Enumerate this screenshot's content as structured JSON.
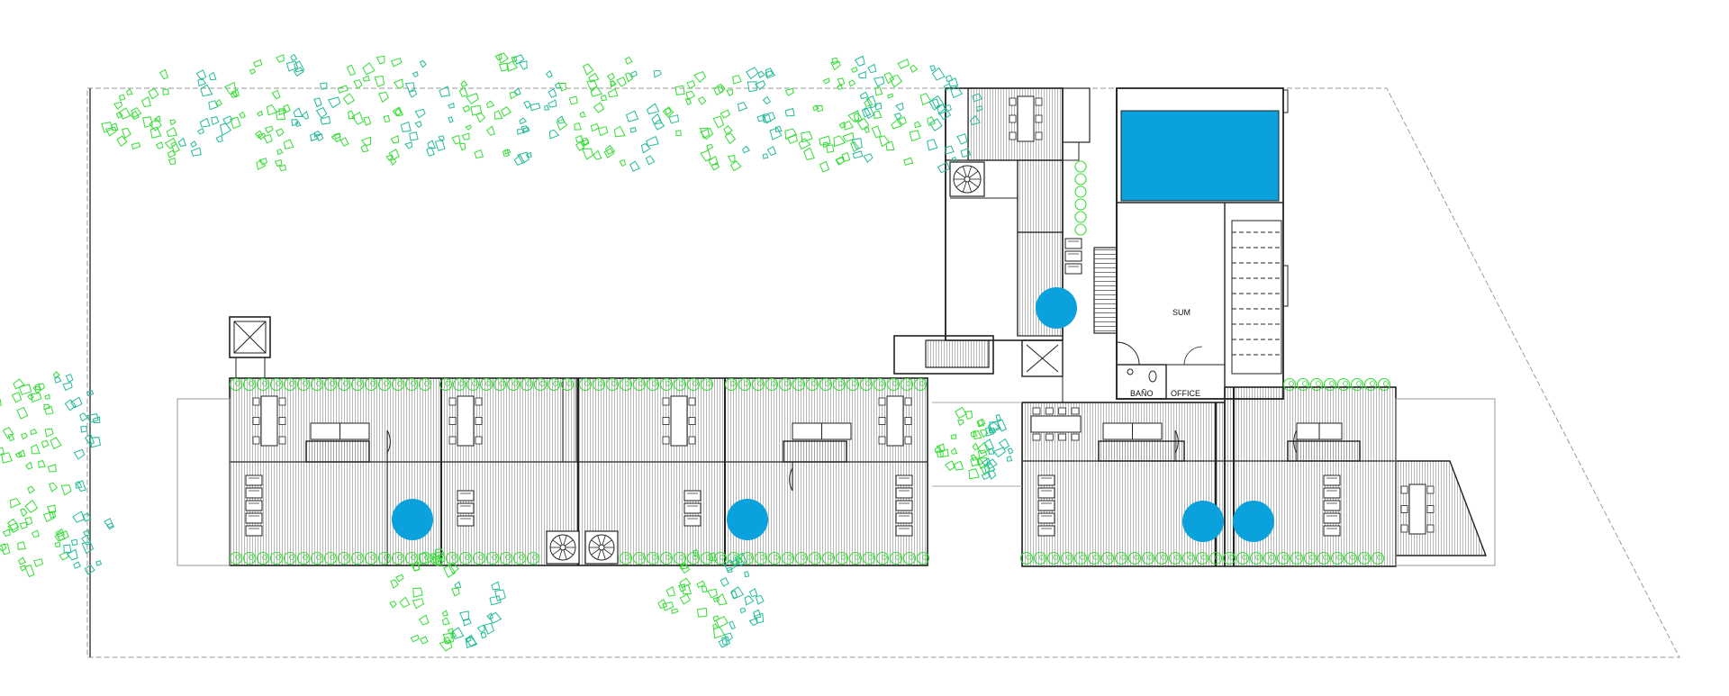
{
  "labels": {
    "sum": "SUM",
    "bano": "BAÑO",
    "office": "OFFICE"
  },
  "colors": {
    "water": "#0aa1dc",
    "tree_green": "#33dd33",
    "tree_teal": "#22bb99",
    "line": "#222222",
    "hatch": "#9a9a9a",
    "boundary": "#9a9a9a"
  },
  "icons": {
    "tree": "tree-canopy-icon",
    "spiral_stair": "spiral-stair-icon",
    "pool": "pool-icon",
    "table": "dining-table-icon",
    "sofa": "sofa-icon"
  }
}
